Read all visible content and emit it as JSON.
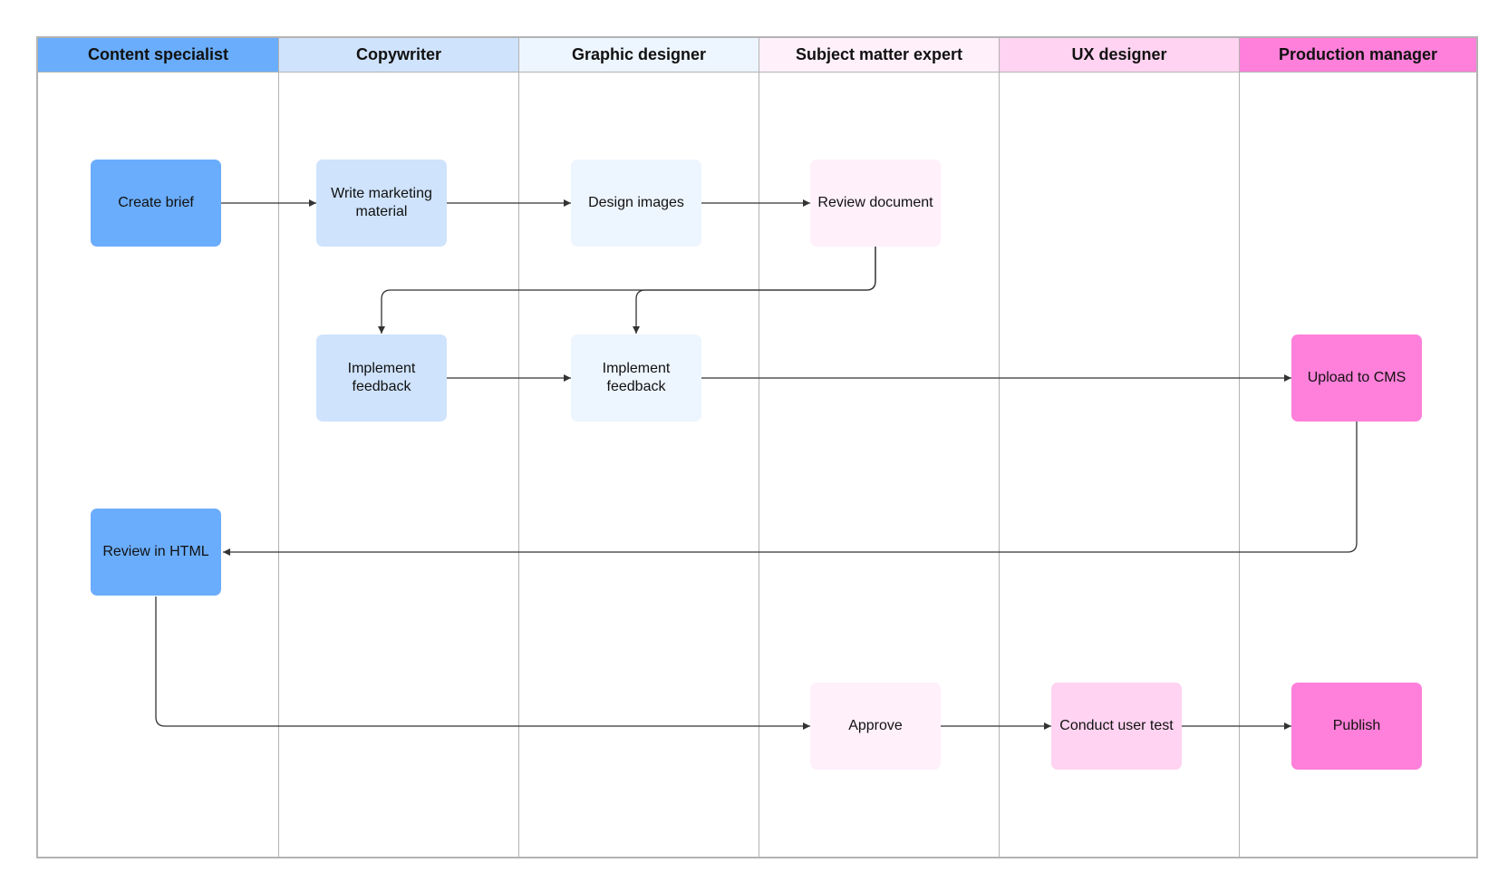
{
  "lanes": [
    {
      "key": "content",
      "label": "Content specialist",
      "header_color": "#6aadfc"
    },
    {
      "key": "copy",
      "label": "Copywriter",
      "header_color": "#cfe3fc"
    },
    {
      "key": "graphic",
      "label": "Graphic designer",
      "header_color": "#edf5fe"
    },
    {
      "key": "sme",
      "label": "Subject matter expert",
      "header_color": "#fff0fa"
    },
    {
      "key": "ux",
      "label": "UX designer",
      "header_color": "#ffd3f1"
    },
    {
      "key": "prod",
      "label": "Production manager",
      "header_color": "#ff80da"
    }
  ],
  "nodes": {
    "create_brief": {
      "label": "Create brief",
      "color": "#6aadfc"
    },
    "write_marketing": {
      "label": "Write marketing material",
      "color": "#cfe3fc"
    },
    "design_images": {
      "label": "Design images",
      "color": "#edf5fe"
    },
    "review_document": {
      "label": "Review document",
      "color": "#fff0fa"
    },
    "implement_feedback_copy": {
      "label": "Implement feedback",
      "color": "#cfe3fc"
    },
    "implement_feedback_graphic": {
      "label": "Implement feedback",
      "color": "#edf5fe"
    },
    "upload_cms": {
      "label": "Upload to CMS",
      "color": "#ff80da"
    },
    "review_html": {
      "label": "Review in HTML",
      "color": "#6aadfc"
    },
    "approve": {
      "label": "Approve",
      "color": "#fff0fa"
    },
    "conduct_user_test": {
      "label": "Conduct user test",
      "color": "#ffd3f1"
    },
    "publish": {
      "label": "Publish",
      "color": "#ff80da"
    }
  },
  "colors": {
    "connector": "#333333",
    "border": "#b3b3b3"
  }
}
